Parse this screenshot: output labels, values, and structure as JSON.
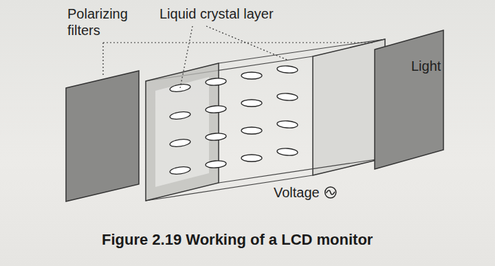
{
  "diagram": {
    "caption": "Figure 2.19 Working of a LCD monitor",
    "labels": [
      "Polarizing filters",
      "Liquid crystal layer",
      "Light",
      "Voltage"
    ]
  }
}
